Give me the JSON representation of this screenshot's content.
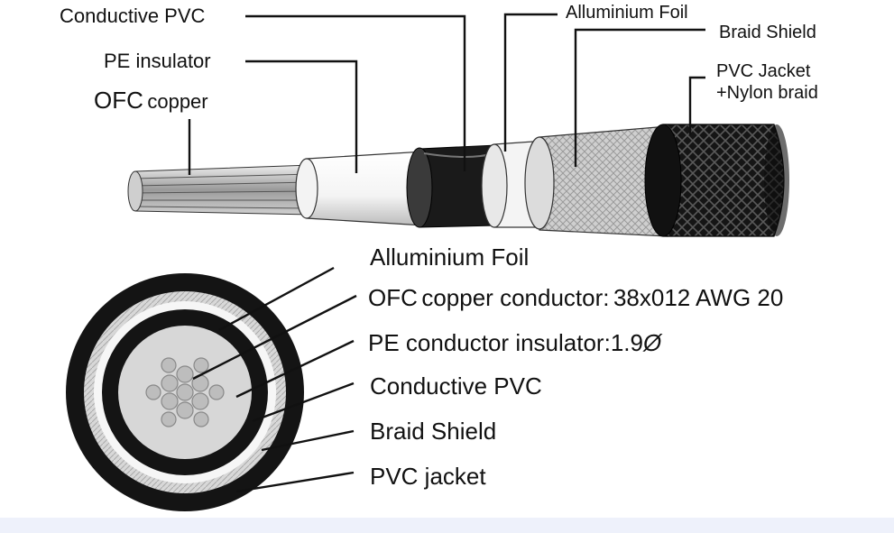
{
  "top_labels": {
    "conductive_pvc": "Conductive PVC",
    "pe_insulator": "PE insulator",
    "ofc_prefix": "OFC",
    "ofc_suffix": "copper",
    "alluminium_foil": "Alluminium Foil",
    "braid_shield": "Braid Shield",
    "pvc_jacket_line1": "PVC Jacket",
    "pvc_jacket_line2": "+Nylon braid"
  },
  "bottom_labels": {
    "alluminium_foil": "Alluminium Foil",
    "ofc_prefix": "OFC",
    "ofc_text": "copper conductor:",
    "ofc_value": "38x012 AWG 20",
    "pe_text": "PE conductor insulator:",
    "pe_value": "1.9",
    "pe_symbol": "Ø",
    "conductive_pvc": "Conductive PVC",
    "braid_shield": "Braid Shield",
    "pvc_jacket": "PVC jacket"
  },
  "colors": {
    "jacket": "#141414",
    "braid": "#c9c9c9",
    "foil": "#f2f2f2",
    "copper": "#bdbdbd",
    "background": "#ffffff"
  }
}
